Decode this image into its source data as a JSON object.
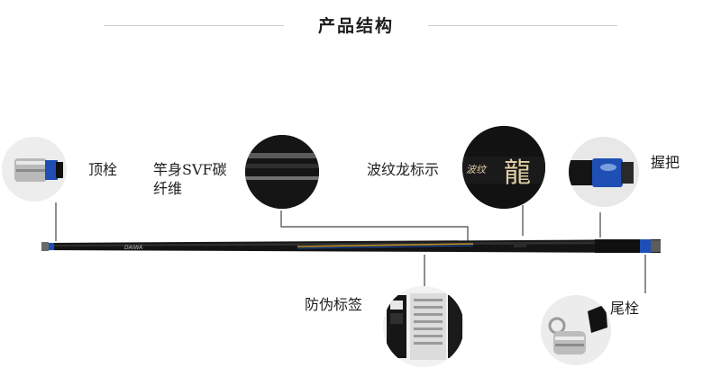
{
  "header": {
    "title": "产品结构"
  },
  "parts": {
    "top_plug": {
      "label": "顶栓"
    },
    "rod_body": {
      "label": "竿身SVF碳纤维"
    },
    "dragon_mark": {
      "label": "波纹龙标示",
      "glyph": "龍",
      "small_text": "波纹"
    },
    "grip": {
      "label": "握把"
    },
    "anti_fake_label": {
      "label": "防伪标签"
    },
    "butt_plug": {
      "label": "尾栓"
    }
  },
  "rod": {
    "brand": "DAIWA"
  },
  "colors": {
    "rod": "#151515",
    "accent_blue": "#1f4fb5",
    "gold": "#b8922e",
    "leader": "#444444"
  }
}
